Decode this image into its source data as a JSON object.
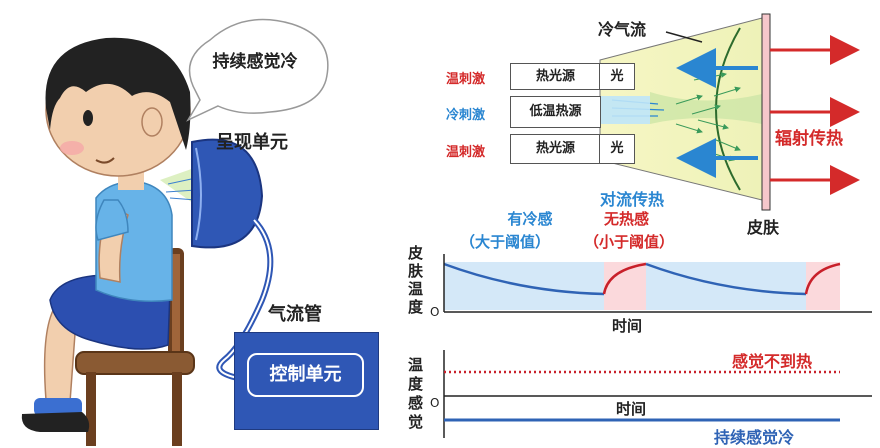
{
  "person": {
    "speech": "持续感觉冷",
    "device_label": "呈现单元",
    "tube_label": "气流管",
    "control_label": "控制单元"
  },
  "mechanism": {
    "airflow_label": "冷气流",
    "skin_label": "皮肤",
    "radiation_label": "辐射传热",
    "convection_label": "对流传热",
    "sources": [
      {
        "stimulus": "温刺激",
        "name": "热光源",
        "light": "光"
      },
      {
        "stimulus": "冷刺激",
        "name": "低温热源",
        "light": ""
      },
      {
        "stimulus": "温刺激",
        "name": "热光源",
        "light": "光"
      }
    ],
    "colors": {
      "warm": "#d42a2a",
      "cold": "#2a86d1",
      "cone_light": "#f6f6c4",
      "cone_green": "#b6dca0"
    }
  },
  "graph_top": {
    "ylabel": [
      "皮",
      "肤",
      "温",
      "度"
    ],
    "origin": "O",
    "xlabel": "时间",
    "cold_label": [
      "有冷感",
      "（大于阈值）"
    ],
    "nowarm_label": [
      "无热感",
      "（小于阈值）"
    ]
  },
  "graph_bottom": {
    "ylabel": [
      "温",
      "度",
      "感",
      "觉"
    ],
    "origin": "O",
    "xlabel": "时间",
    "dotted_label": "感觉不到热",
    "solid_label": "持续感觉冷"
  }
}
